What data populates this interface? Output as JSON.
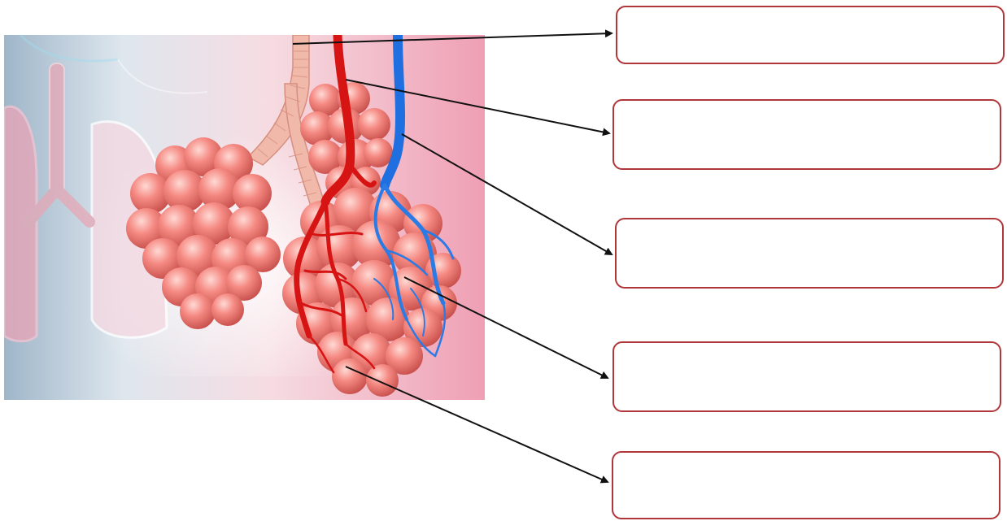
{
  "labels": [
    {
      "id": "box-1",
      "text": ""
    },
    {
      "id": "box-2",
      "text": ""
    },
    {
      "id": "box-3",
      "text": ""
    },
    {
      "id": "box-4",
      "text": ""
    },
    {
      "id": "box-5",
      "text": ""
    }
  ],
  "colors": {
    "box_border": "#b0363a",
    "arrow": "#111111",
    "alveoli": "#f07f7a",
    "artery": "#e01b1b",
    "vein": "#2f7fe0",
    "background": "#f4c7d2"
  }
}
